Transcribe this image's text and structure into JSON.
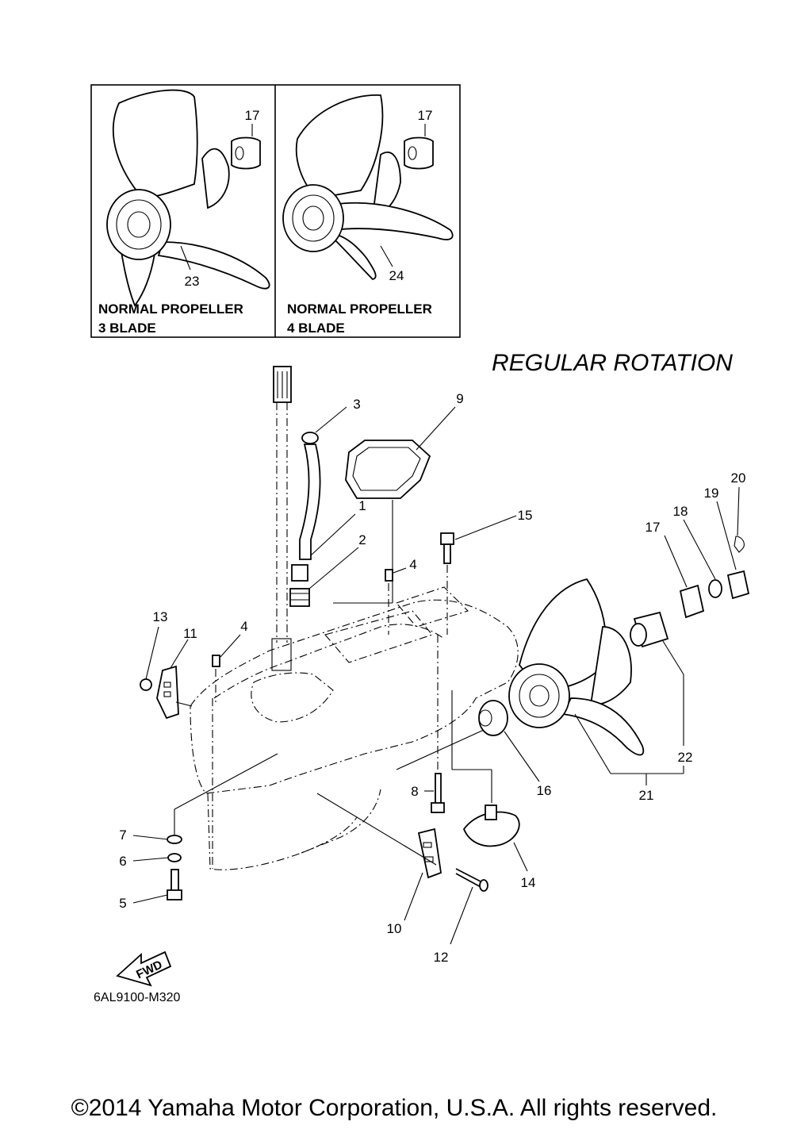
{
  "inset": {
    "left": {
      "line1": "NORMAL PROPELLER",
      "line2": "3 BLADE",
      "part_refs": [
        "17",
        "23"
      ]
    },
    "right": {
      "line1": "NORMAL PROPELLER",
      "line2": "4 BLADE",
      "part_refs": [
        "17",
        "24"
      ]
    }
  },
  "rotation_label": "REGULAR ROTATION",
  "callouts": [
    "1",
    "2",
    "3",
    "4",
    "4",
    "5",
    "6",
    "7",
    "8",
    "9",
    "10",
    "11",
    "12",
    "13",
    "14",
    "15",
    "16",
    "17",
    "18",
    "19",
    "20",
    "21",
    "22"
  ],
  "fwd_label": "FWD",
  "diagram_code": "6AL9100-M320",
  "copyright": "©2014 Yamaha Motor Corporation, U.S.A. All rights reserved."
}
